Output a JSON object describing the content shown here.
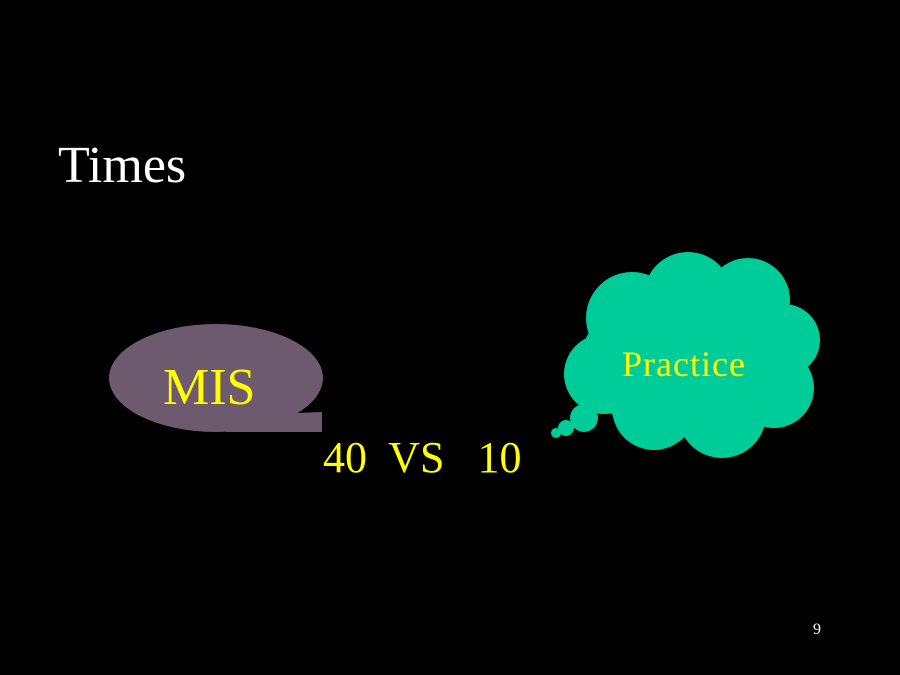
{
  "slide": {
    "title": "Times",
    "mis_label": "MIS",
    "comparison": "40  VS   10",
    "practice_label": "Practice",
    "page_number": "9"
  },
  "colors": {
    "background": "#000000",
    "title_text": "#ffffff",
    "highlight_text": "#ffff00",
    "speech_bubble_fill": "#6e5a6e",
    "thought_cloud_fill": "#00cc99"
  },
  "shapes": {
    "left_callout": "speech-bubble",
    "right_callout": "thought-cloud"
  }
}
